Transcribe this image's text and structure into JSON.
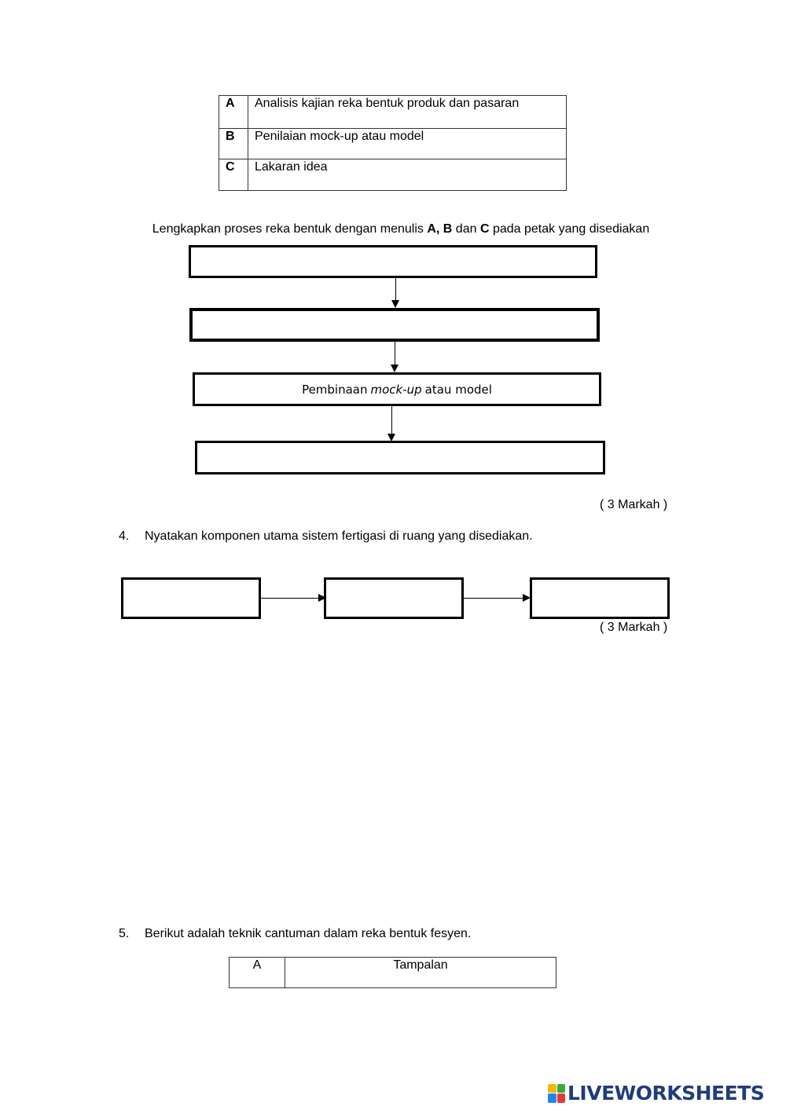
{
  "options_table": [
    {
      "key": "A",
      "text": "Analisis kajian reka bentuk produk dan pasaran"
    },
    {
      "key": "B",
      "text": "Penilaian mock-up atau model"
    },
    {
      "key": "C",
      "text": "Lakaran idea"
    }
  ],
  "instruction": {
    "prefix": "Lengkapkan proses reka bentuk dengan menulis ",
    "ab": "A, B",
    "dan": " dan ",
    "c": "C",
    "suffix": " pada petak yang disediakan"
  },
  "flow_box_3": {
    "before": "Pembinaan",
    "italic": "mock-up",
    "after": "atau model"
  },
  "marks_1": "( 3 Markah )",
  "question_4": {
    "number": "4.",
    "text": "Nyatakan komponen utama sistem fertigasi di ruang yang disediakan."
  },
  "marks_2": "( 3 Markah )",
  "question_5": {
    "number": "5.",
    "text": "Berikut adalah teknik cantuman dalam reka bentuk fesyen."
  },
  "tech_table": {
    "key": "A",
    "text": "Tampalan"
  },
  "brand": {
    "logo_letters": [
      "L",
      "I",
      "V",
      "E"
    ],
    "text": "LIVEWORKSHEETS",
    "logo_colors": [
      "#f2b705",
      "#3aa935",
      "#1e88e5",
      "#e53935"
    ],
    "text_color": "#1f3d78"
  }
}
